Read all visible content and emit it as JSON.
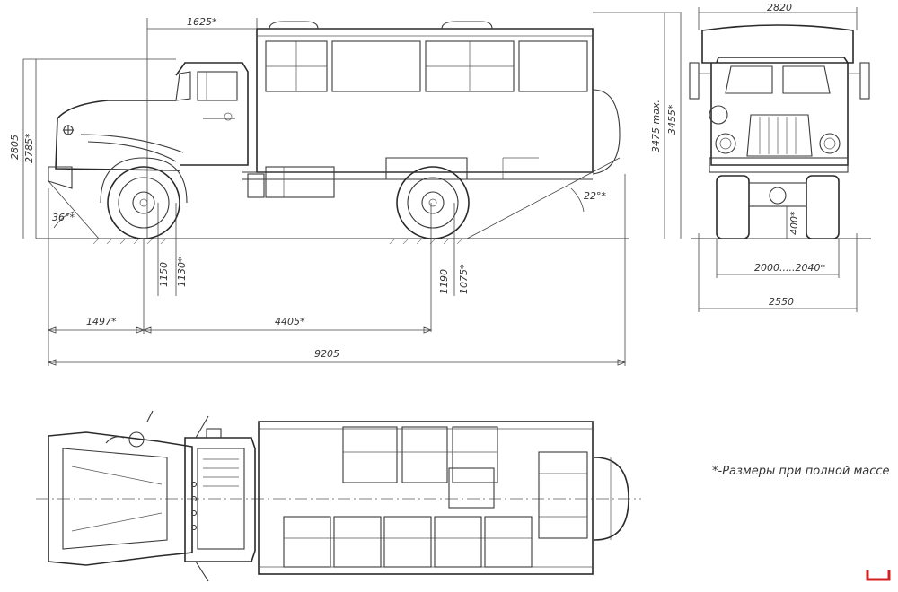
{
  "dimensions": {
    "cab_to_body": "1625*",
    "body_width_top": "2820",
    "height_cab": "2805",
    "height_cab_loaded": "2785*",
    "height_max": "3475 max.",
    "height_max_loaded": "3455*",
    "approach_angle": "36°*",
    "departure_angle": "22°*",
    "front_axle_clearance": "1150",
    "front_axle_clearance_loaded": "1130*",
    "rear_axle_clearance": "1190",
    "rear_axle_clearance_loaded": "1075*",
    "front_overhang": "1497*",
    "wheelbase": "4405*",
    "overall_length": "9205",
    "ground_clearance": "400*",
    "track": "2000.....2040*",
    "overall_width": "2550"
  },
  "note": "*-Размеры при полной массе",
  "colors": {
    "line": "#3a3a3a",
    "logo": "#d62020"
  }
}
